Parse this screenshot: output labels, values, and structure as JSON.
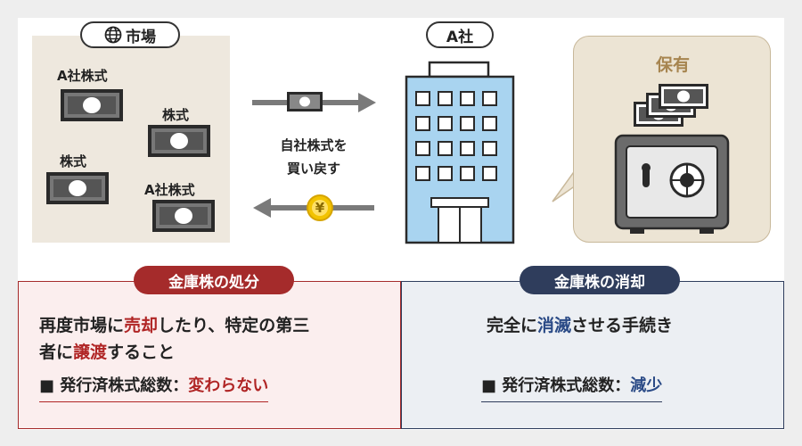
{
  "market": {
    "title": "市場",
    "stocks": [
      "A社株式",
      "株式",
      "株式",
      "A社株式"
    ]
  },
  "company": {
    "title": "A社"
  },
  "flow": {
    "line1": "自社株式を",
    "line2": "買い戻す",
    "coin_symbol": "¥"
  },
  "holding": {
    "label": "保有"
  },
  "disposal": {
    "title": "金庫株の処分",
    "desc_pre": "再度市場に",
    "desc_hl1": "売却",
    "desc_mid": "したり、特定の第三",
    "desc_line2_pre": "者に",
    "desc_hl2": "譲渡",
    "desc_post": "すること",
    "summary_label": "■ 発行済株式総数：",
    "summary_value": "変わらない"
  },
  "retirement": {
    "title": "金庫株の消却",
    "desc_pre": "完全に",
    "desc_hl": "消滅",
    "desc_post": "させる手続き",
    "summary_label": "■ 発行済株式総数：",
    "summary_value": "減少"
  },
  "colors": {
    "red": "#a52b2b",
    "navy": "#2f3d5c",
    "building": "#a9d4f0",
    "coin": "#f2c300"
  }
}
